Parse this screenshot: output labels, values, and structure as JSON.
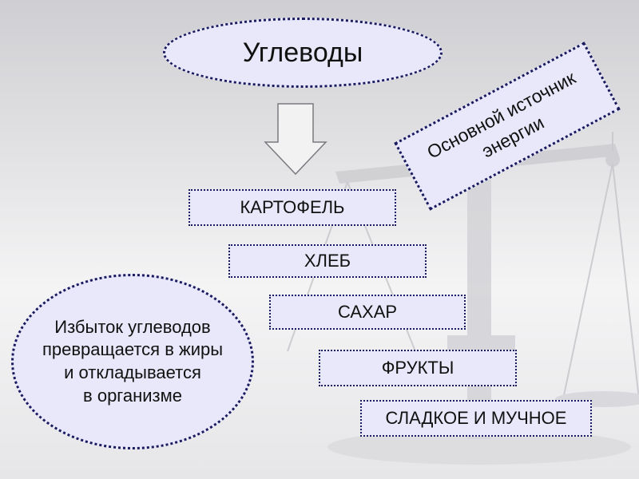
{
  "title": "Углеводы",
  "source_box": "Основной источник\nэнергии",
  "foods": [
    "КАРТОФЕЛЬ",
    "ХЛЕБ",
    "САХАР",
    "ФРУКТЫ",
    "СЛАДКОЕ И МУЧНОЕ"
  ],
  "excess_note": "Избыток углеводов\nпревращается в жиры\nи откладывается\nв организме",
  "colors": {
    "box_fill": "#e8e8fa",
    "box_border": "#1a1a5e",
    "arrow_fill": "#f2f2f2"
  },
  "icons": {
    "arrow": "down-arrow-icon",
    "background": "balance-scale-icon"
  }
}
